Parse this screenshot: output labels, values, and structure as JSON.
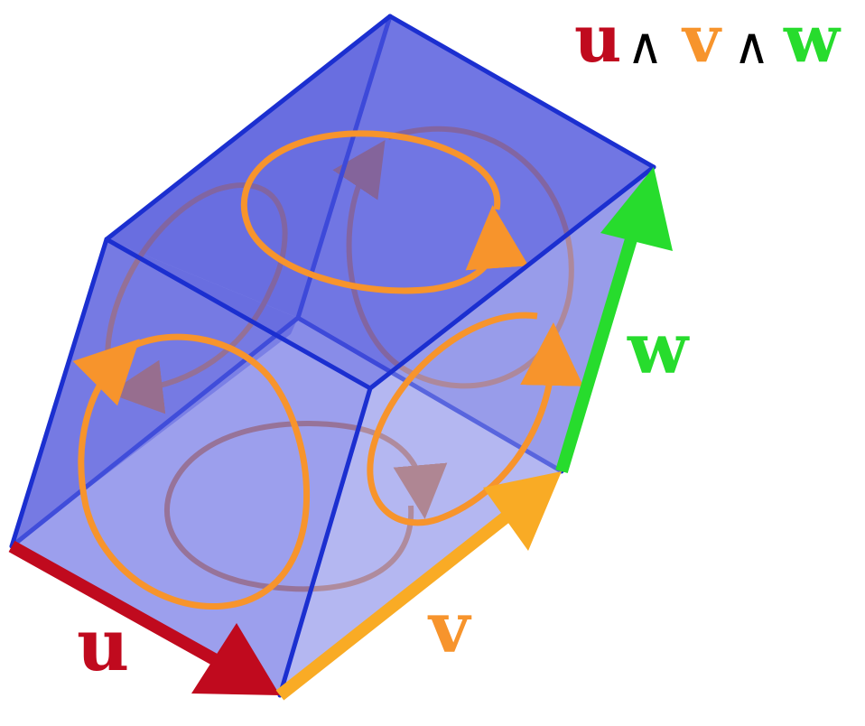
{
  "title": {
    "u": "u",
    "wedge1": "∧",
    "v": "v",
    "wedge2": "∧",
    "w": "w"
  },
  "vectors": {
    "u": {
      "label": "u",
      "color": "#c00a1e"
    },
    "v": {
      "label": "v",
      "color": "#f9ab25"
    },
    "w": {
      "label": "w",
      "color": "#27dc2d"
    }
  },
  "colors": {
    "face_fill": "#4a4fd6",
    "edge": "#1b2fd0",
    "circulation_front": "#f7942c",
    "circulation_back": "#c0704a",
    "wedge": "#000000",
    "v_label": "#f7942c"
  }
}
